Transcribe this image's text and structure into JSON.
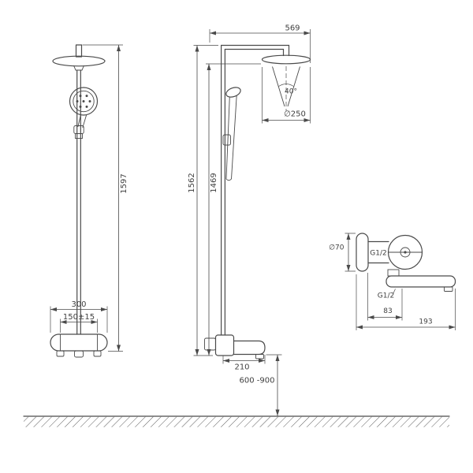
{
  "labels": {
    "arm_reach": "569",
    "front_total_height": "1597",
    "side_total_height": "1562",
    "head_bottom_height": "1469",
    "spray_angle": "40°",
    "head_diameter": "∅250",
    "mixer_width": "300",
    "inlet_spacing": "150±15",
    "spout_reach": "210",
    "install_height_range": "600 -900",
    "escutcheon_diameter": "∅70",
    "inlet_thread": "G1/2",
    "outlet_thread": "G1/2",
    "outlet_offset": "83",
    "mixer_depth": "193"
  },
  "colors": {
    "line": "#4a4a4a",
    "text": "#3f3f3f",
    "background": "#ffffff"
  }
}
